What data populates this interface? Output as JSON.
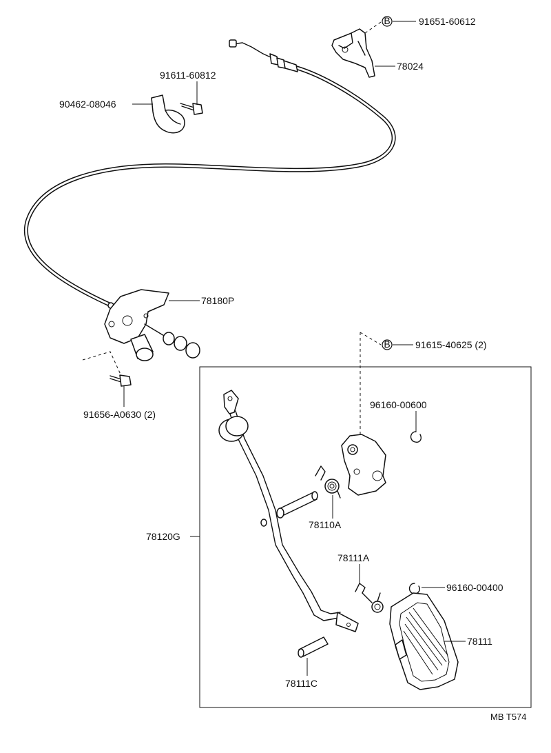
{
  "parts": {
    "p_91651": "91651-60612",
    "p_78024": "78024",
    "p_91611": "91611-60812",
    "p_90462": "90462-08046",
    "p_78180P": "78180P",
    "p_91615": "91615-40625 (2)",
    "p_91656": "91656-A0630 (2)",
    "p_96160_600": "96160-00600",
    "p_78110A": "78110A",
    "p_78120G": "78120G",
    "p_78111A": "78111A",
    "p_96160_400": "96160-00400",
    "p_78111": "78111",
    "p_78111C": "78111C"
  },
  "markers": {
    "b1": "B",
    "b2": "B"
  },
  "footer": {
    "code": "MB T574"
  }
}
